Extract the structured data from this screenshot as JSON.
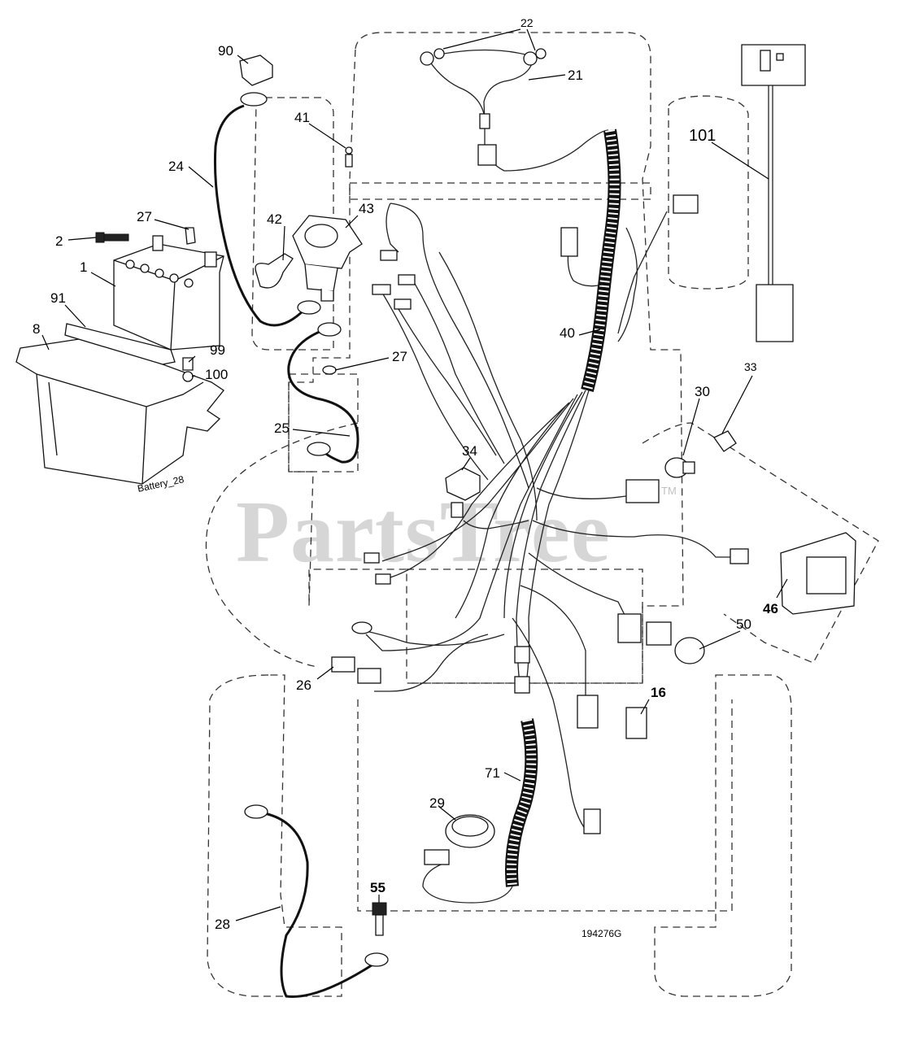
{
  "diagram": {
    "watermark": "PartsTree",
    "trademark": "TM",
    "drawing_number": "194276G",
    "battery_label": "Battery_28",
    "callouts": [
      {
        "id": "c90",
        "label": "90"
      },
      {
        "id": "c22",
        "label": "22"
      },
      {
        "id": "c21",
        "label": "21"
      },
      {
        "id": "c101",
        "label": "101"
      },
      {
        "id": "c41",
        "label": "41"
      },
      {
        "id": "c24",
        "label": "24"
      },
      {
        "id": "c27a",
        "label": "27"
      },
      {
        "id": "c2",
        "label": "2"
      },
      {
        "id": "c42",
        "label": "42"
      },
      {
        "id": "c43",
        "label": "43"
      },
      {
        "id": "c1",
        "label": "1"
      },
      {
        "id": "c91",
        "label": "91"
      },
      {
        "id": "c8",
        "label": "8"
      },
      {
        "id": "c99",
        "label": "99"
      },
      {
        "id": "c100",
        "label": "100"
      },
      {
        "id": "c27b",
        "label": "27"
      },
      {
        "id": "c40",
        "label": "40"
      },
      {
        "id": "c33",
        "label": "33"
      },
      {
        "id": "c30",
        "label": "30"
      },
      {
        "id": "c25",
        "label": "25"
      },
      {
        "id": "c34",
        "label": "34"
      },
      {
        "id": "c46",
        "label": "46"
      },
      {
        "id": "c50",
        "label": "50"
      },
      {
        "id": "c26",
        "label": "26"
      },
      {
        "id": "c16",
        "label": "16"
      },
      {
        "id": "c71",
        "label": "71"
      },
      {
        "id": "c29",
        "label": "29"
      },
      {
        "id": "c55",
        "label": "55"
      },
      {
        "id": "c28",
        "label": "28"
      }
    ]
  }
}
